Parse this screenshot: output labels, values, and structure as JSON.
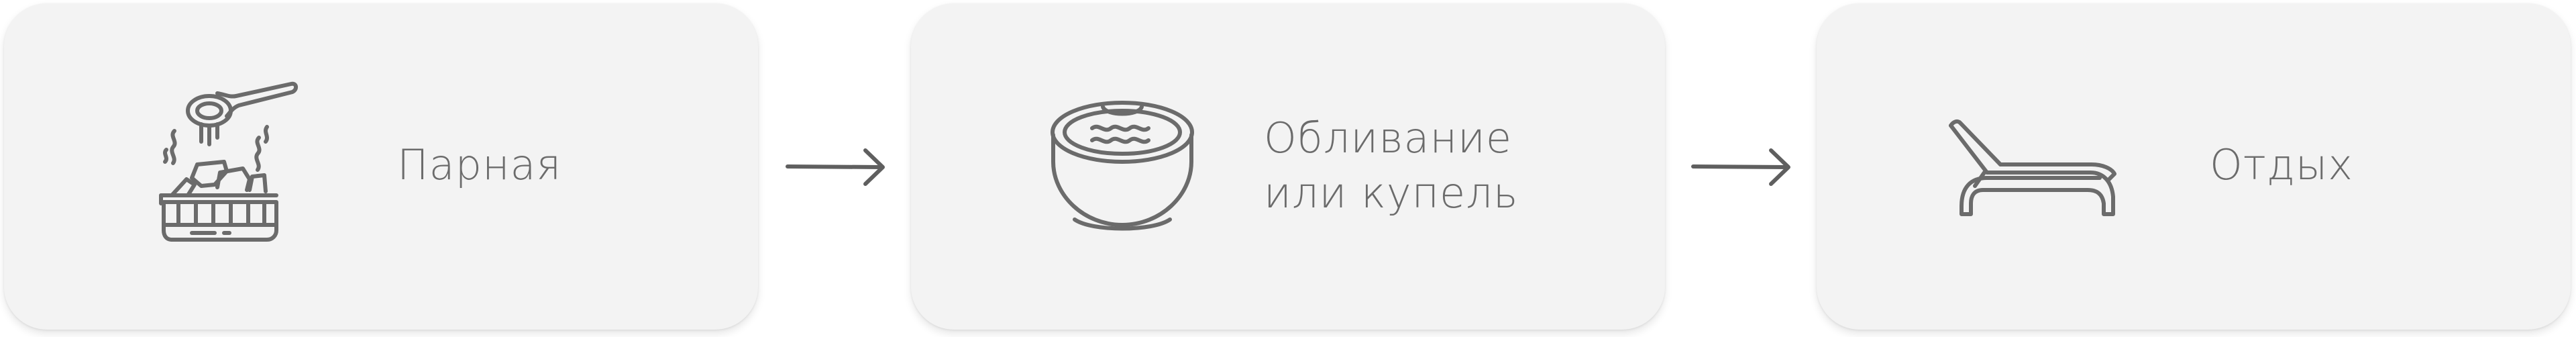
{
  "steps": [
    {
      "label": "Парная"
    },
    {
      "line1": "Обливание",
      "line2": "или купель"
    },
    {
      "label": "Отдых"
    }
  ],
  "colors": {
    "card_background": "#f3f3f3",
    "icon_and_text": "#6b6b6b",
    "arrow": "#5f5f5f"
  },
  "icons": [
    "sauna-icon",
    "bucket-icon",
    "lounger-icon",
    "arrow-right-icon",
    "arrow-right-icon"
  ]
}
